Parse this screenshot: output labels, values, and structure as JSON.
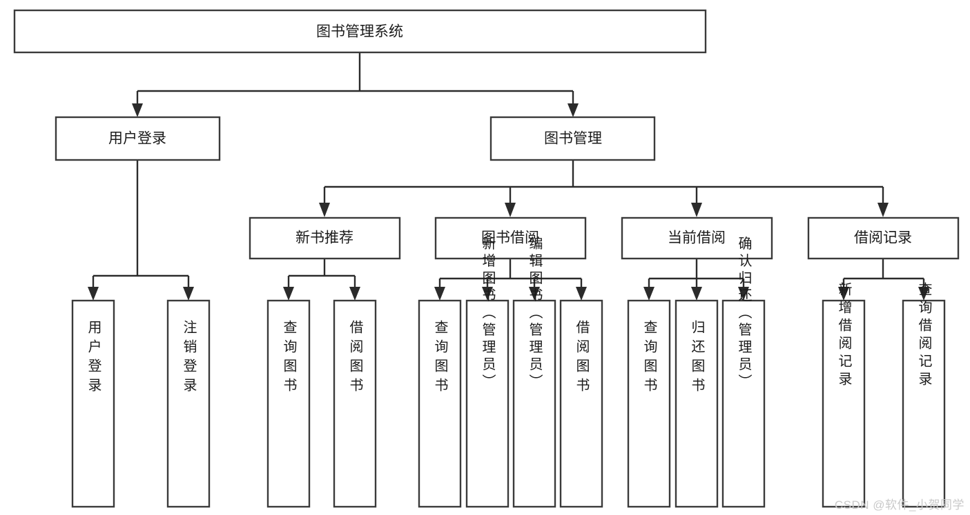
{
  "diagram": {
    "type": "tree-hierarchy-chart",
    "title": "图书管理系统",
    "background_color": "#ffffff",
    "box_stroke_color": "#3a3a3a",
    "connector_color": "#2b2b2b",
    "text_color": "#1b1b1b",
    "levels": [
      {
        "level": 1,
        "nodes": [
          {
            "id": "root",
            "label": "图书管理系统",
            "orientation": "horizontal"
          }
        ]
      },
      {
        "level": 2,
        "nodes": [
          {
            "id": "user-login",
            "label": "用户登录",
            "orientation": "horizontal",
            "parent": "root"
          },
          {
            "id": "book-manage",
            "label": "图书管理",
            "orientation": "horizontal",
            "parent": "root"
          }
        ]
      },
      {
        "level": 3,
        "nodes": [
          {
            "id": "new-book-recommend",
            "label": "新书推荐",
            "orientation": "horizontal",
            "parent": "book-manage"
          },
          {
            "id": "book-borrow",
            "label": "图书借阅",
            "orientation": "horizontal",
            "parent": "book-manage"
          },
          {
            "id": "current-borrow",
            "label": "当前借阅",
            "orientation": "horizontal",
            "parent": "book-manage"
          },
          {
            "id": "borrow-record",
            "label": "借阅记录",
            "orientation": "horizontal",
            "parent": "book-manage"
          }
        ]
      },
      {
        "level": 4,
        "nodes": [
          {
            "id": "leaf-user-login",
            "label": "用户登录",
            "orientation": "vertical",
            "parent": "user-login"
          },
          {
            "id": "leaf-logout-login",
            "label": "注销登录",
            "orientation": "vertical",
            "parent": "user-login"
          },
          {
            "id": "leaf-query-book-1",
            "label": "查询图书",
            "orientation": "vertical",
            "parent": "new-book-recommend"
          },
          {
            "id": "leaf-borrow-book-1",
            "label": "借阅图书",
            "orientation": "vertical",
            "parent": "new-book-recommend"
          },
          {
            "id": "leaf-query-book-2",
            "label": "查询图书",
            "orientation": "vertical",
            "parent": "book-borrow"
          },
          {
            "id": "leaf-add-book",
            "label": "新增图书（管理员）",
            "orientation": "vertical",
            "parent": "book-borrow"
          },
          {
            "id": "leaf-edit-book",
            "label": "编辑图书（管理员）",
            "orientation": "vertical",
            "parent": "book-borrow"
          },
          {
            "id": "leaf-borrow-book-2",
            "label": "借阅图书",
            "orientation": "vertical",
            "parent": "book-borrow"
          },
          {
            "id": "leaf-query-book-3",
            "label": "查询图书",
            "orientation": "vertical",
            "parent": "current-borrow"
          },
          {
            "id": "leaf-return-book",
            "label": "归还图书",
            "orientation": "vertical",
            "parent": "current-borrow"
          },
          {
            "id": "leaf-confirm-return",
            "label": "确认归还（管理员）",
            "orientation": "vertical",
            "parent": "current-borrow"
          },
          {
            "id": "leaf-add-record",
            "label": "新增借阅记录",
            "orientation": "vertical",
            "parent": "borrow-record"
          },
          {
            "id": "leaf-query-record",
            "label": "查询借阅记录",
            "orientation": "vertical",
            "parent": "borrow-record"
          }
        ]
      }
    ]
  },
  "watermark": {
    "text": "CSDN @软件_小贺同学",
    "color": "#c9c9c9"
  }
}
